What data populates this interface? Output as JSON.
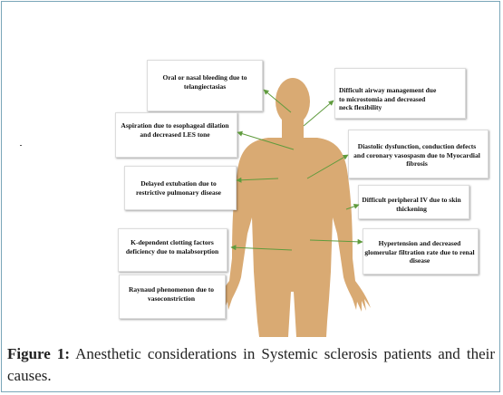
{
  "figure": {
    "caption_label": "Figure 1:",
    "caption_text": "Anesthetic considerations in Systemic sclerosis patients and their causes.",
    "body_color": "#d9aa73",
    "arrow_color": "#5f9b3d"
  },
  "labels": {
    "oral_bleeding": "Oral or nasal bleeding due to telangiectasias",
    "airway": "Difficult airway management due to microstomia and decreased neck flexibility",
    "aspiration": "Aspiration due to esophageal dilation and decreased LES tone",
    "diastolic": "Diastolic dysfunction, conduction defects and coronary vasospasm due to Myocardial fibrosis",
    "extubation": "Delayed extubation due to restrictive pulmonary disease",
    "iv": "Difficult peripheral IV due to skin thickening",
    "clotting": "K-dependent clotting factors deficiency due to malabsorption",
    "hypertension": "Hypertension and decreased glomerular filtration rate due to renal disease",
    "raynaud": "Raynaud phenomenon due to vasoconstriction"
  }
}
